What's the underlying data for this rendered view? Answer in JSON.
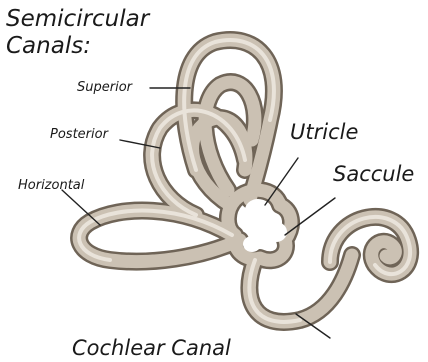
{
  "title_lines": [
    "Semicircular",
    "Canals:"
  ],
  "labels": {
    "superior": "Superior",
    "posterior": "Posterior",
    "horizontal": "Horizontal",
    "utricle": "Utricle",
    "saccule": "Saccule",
    "cochlear_canal": "Cochlear Canal"
  },
  "colors": {
    "tube_outline": "#6f6457",
    "tube_fill": "#cbc1b3",
    "tube_highlight": "#e9e3da",
    "leader_line": "#222222"
  }
}
